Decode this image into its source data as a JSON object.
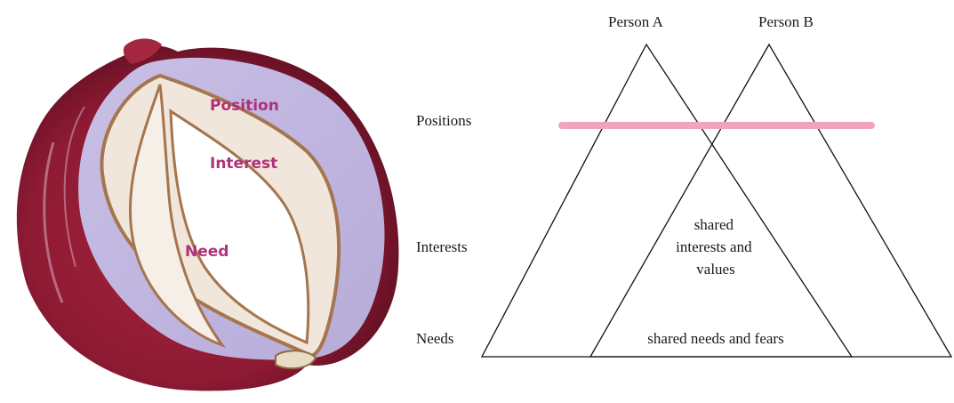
{
  "onion": {
    "label_color": "#b0307a",
    "labels": {
      "position": "Position",
      "interest": "Interest",
      "need": "Need"
    }
  },
  "diagram": {
    "person_a": "Person A",
    "person_b": "Person B",
    "levels": {
      "positions": "Positions",
      "interests": "Interests",
      "needs": "Needs"
    },
    "shared_interests": [
      "shared",
      "interests and",
      "values"
    ],
    "shared_needs": "shared needs and fears",
    "highlight_color": "#f4a3bf"
  }
}
